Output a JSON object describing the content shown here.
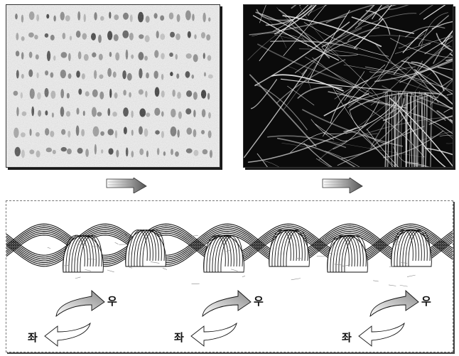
{
  "labels": {
    "right": "우",
    "left": "좌"
  },
  "twist_groups": 3,
  "colors": {
    "ink": "#111111",
    "panel_border": "#333333",
    "fiber_bg": "#0b0b0b"
  }
}
